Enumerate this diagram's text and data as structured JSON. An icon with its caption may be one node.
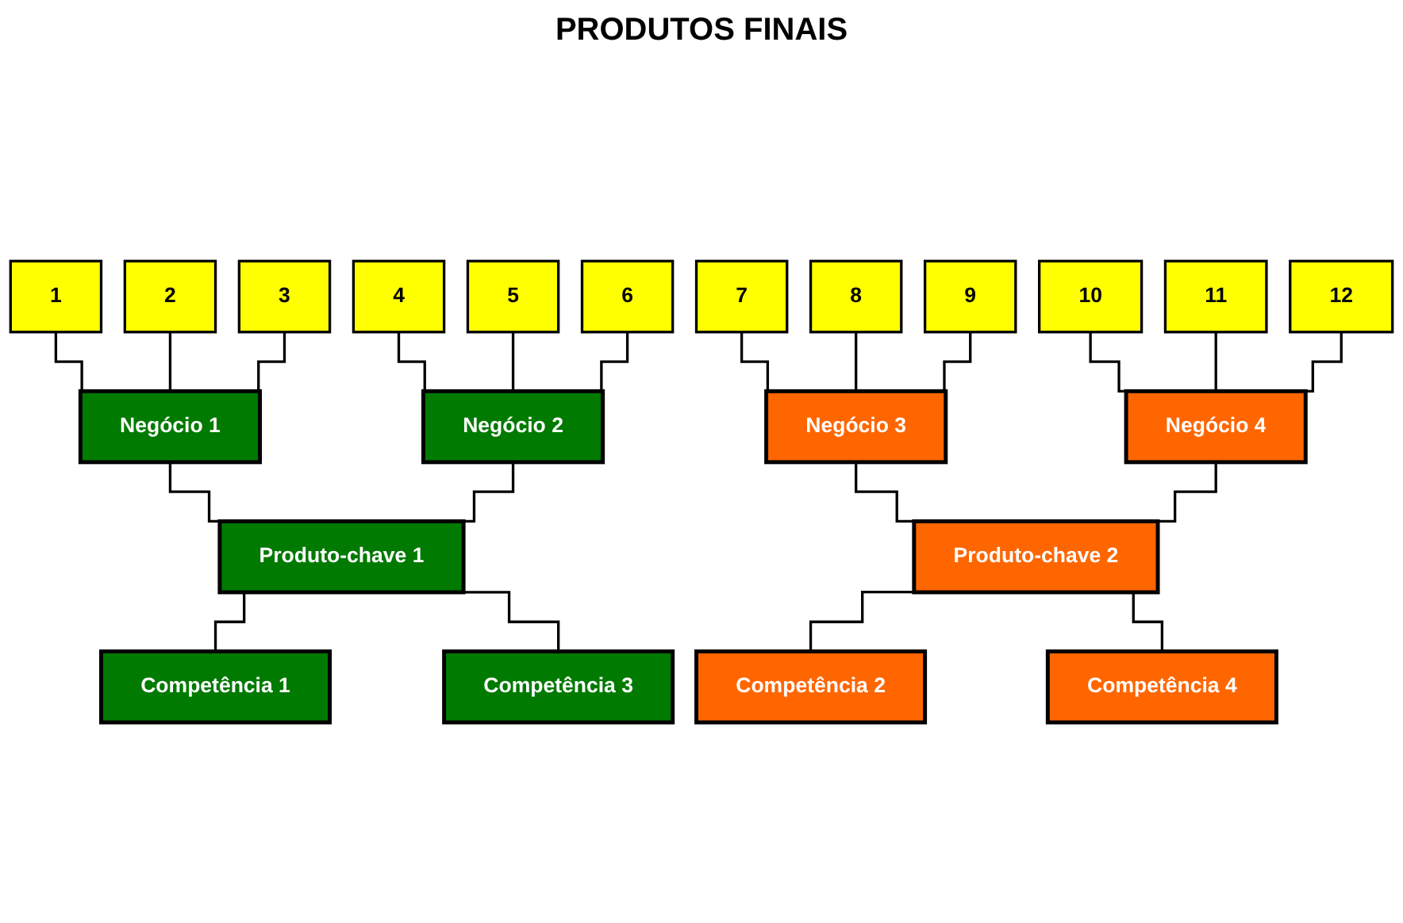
{
  "diagram": {
    "title": "PRODUTOS FINAIS",
    "nodes": [
      {
        "text": [
          "1"
        ]
      },
      {
        "text": [
          "2"
        ]
      },
      {
        "text": [
          "3"
        ]
      },
      {
        "text": [
          "4"
        ]
      },
      {
        "text": [
          "5"
        ]
      },
      {
        "text": [
          "6"
        ]
      },
      {
        "text": [
          "7"
        ]
      },
      {
        "text": [
          "8"
        ]
      },
      {
        "text": [
          "9"
        ]
      },
      {
        "text": [
          "10"
        ]
      },
      {
        "text": [
          "11"
        ]
      },
      {
        "text": [
          "12"
        ]
      },
      {
        "text": [
          "Negócio 1"
        ]
      },
      {
        "text": [
          "Negócio 2"
        ]
      },
      {
        "text": [
          "Negócio 3"
        ]
      },
      {
        "text": [
          "Negócio 4"
        ]
      },
      {
        "text": [
          "Produto-chave 2"
        ]
      },
      {
        "text": [
          "Produto-chave 1"
        ]
      },
      {
        "text": [
          "Competência 1"
        ]
      },
      {
        "text": [
          "Competência 2"
        ]
      },
      {
        "text": [
          "Competência 3"
        ]
      },
      {
        "text": [
          "Competência 4"
        ]
      }
    ],
    "edges": [
      {
        "from": 0,
        "to": 12,
        "arrow": "none"
      },
      {
        "from": 1,
        "to": 12,
        "arrow": "none"
      },
      {
        "from": 2,
        "to": 12,
        "arrow": "none"
      },
      {
        "from": 3,
        "to": 13,
        "arrow": "none"
      },
      {
        "from": 4,
        "to": 13,
        "arrow": "none"
      },
      {
        "from": 5,
        "to": 13,
        "arrow": "none"
      },
      {
        "from": 6,
        "to": 14,
        "arrow": "none"
      },
      {
        "from": 7,
        "to": 14,
        "arrow": "none"
      },
      {
        "from": 8,
        "to": 14,
        "arrow": "none"
      },
      {
        "from": 9,
        "to": 15,
        "arrow": "none"
      },
      {
        "from": 10,
        "to": 15,
        "arrow": "none"
      },
      {
        "from": 11,
        "to": 15,
        "arrow": "none"
      },
      {
        "from": 12,
        "to": 17,
        "arrow": "none"
      },
      {
        "from": 13,
        "to": 17,
        "arrow": "none"
      },
      {
        "from": 14,
        "to": 16,
        "arrow": "none"
      },
      {
        "from": 15,
        "to": 16,
        "arrow": "none"
      },
      {
        "from": 16,
        "to": 19,
        "arrow": "none"
      },
      {
        "from": 16,
        "to": 21,
        "arrow": "none"
      },
      {
        "from": 17,
        "to": 18,
        "arrow": "none"
      },
      {
        "from": 17,
        "to": 20,
        "arrow": "none"
      }
    ]
  }
}
